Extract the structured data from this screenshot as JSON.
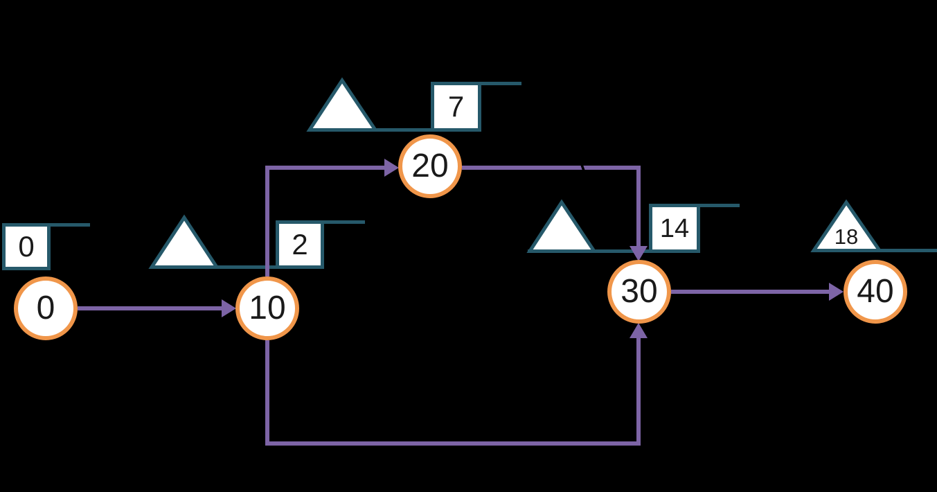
{
  "diagram": {
    "type": "activity-network",
    "background_color": "#000000",
    "colors": {
      "node_stroke": "#F0964A",
      "node_fill": "#ffffff",
      "edge": "#7D64A6",
      "flag_stroke": "#26596A",
      "flag_fill": "#ffffff",
      "text": "#1a1a1a"
    },
    "nodes": [
      {
        "id": "0",
        "label": "0"
      },
      {
        "id": "10",
        "label": "10"
      },
      {
        "id": "20",
        "label": "20"
      },
      {
        "id": "30",
        "label": "30"
      },
      {
        "id": "40",
        "label": "40"
      }
    ],
    "edges": [
      {
        "from": "0",
        "to": "10"
      },
      {
        "from": "10",
        "to": "20"
      },
      {
        "from": "20",
        "to": "30"
      },
      {
        "from": "10",
        "to": "30"
      },
      {
        "from": "30",
        "to": "40"
      }
    ],
    "flags": [
      {
        "at_node": "0",
        "value": "0",
        "triangle": false
      },
      {
        "at_node": "10",
        "value": "2",
        "triangle": true
      },
      {
        "at_node": "20",
        "value": "7",
        "triangle": true
      },
      {
        "at_node": "30",
        "value": "14",
        "triangle": true
      },
      {
        "at_node": "40",
        "value": "18",
        "triangle": true,
        "value_inside_triangle": true
      }
    ]
  }
}
